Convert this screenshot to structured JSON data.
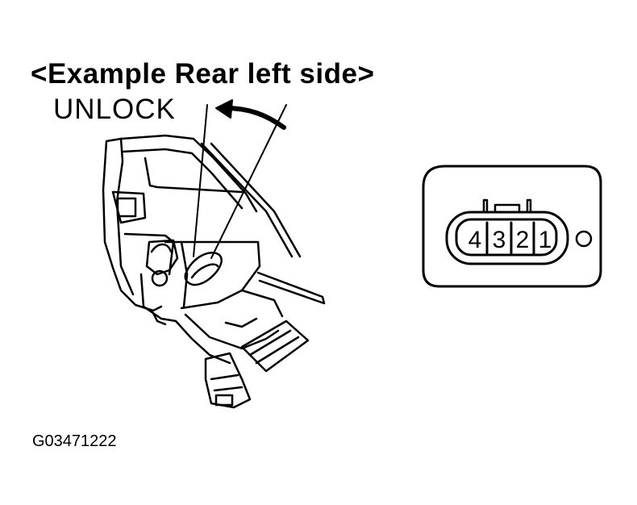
{
  "title": "<Example Rear left side>",
  "unlock_label": "UNLOCK",
  "figure_id": "G03471222",
  "connector": {
    "pins": [
      "4",
      "3",
      "2",
      "1"
    ]
  }
}
